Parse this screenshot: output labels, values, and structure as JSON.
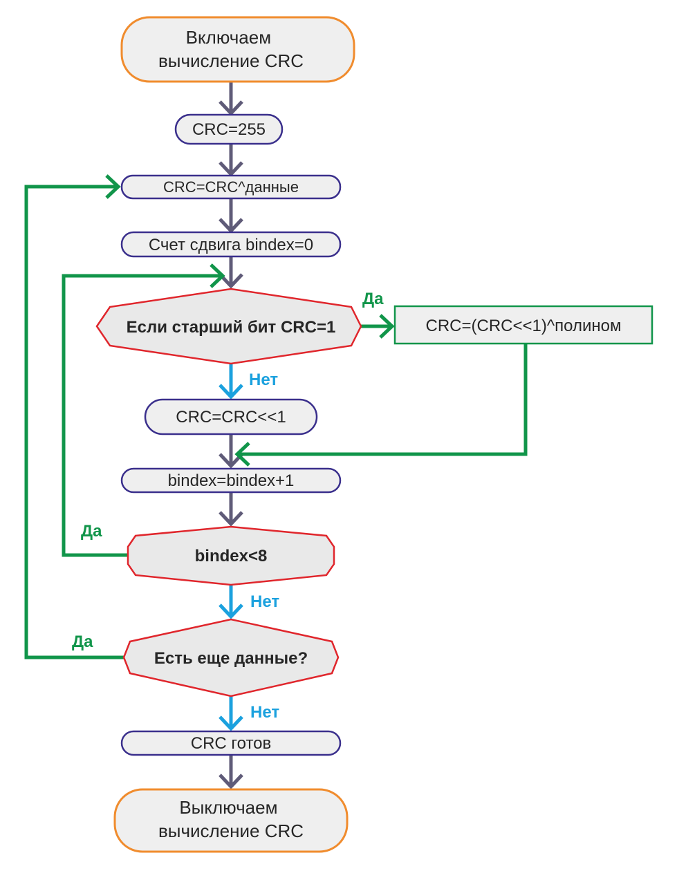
{
  "flowchart": {
    "start": "Включаем\nвычисление CRC",
    "init_crc": "CRC=255",
    "xor_data": "CRC=CRC^данные",
    "init_bindex": "Счет сдвига bindex=0",
    "check_msb": "Если старший бит CRC=1",
    "shift_xor_poly": "CRC=(CRC<<1)^полином",
    "shift_only": "CRC=CRC<<1",
    "increment_bindex": "bindex=bindex+1",
    "check_bindex": "bindex<8",
    "check_more_data": "Есть еще данные?",
    "crc_ready": "CRC готов",
    "end": "Выключаем\nвычисление CRC"
  },
  "branch_labels": {
    "yes_msb": "Да",
    "no_msb": "Нет",
    "yes_bindex": "Да",
    "no_bindex": "Нет",
    "yes_more_data": "Да",
    "no_more_data": "Нет"
  },
  "colors": {
    "terminal_fill": "#efefef",
    "terminal_stroke": "#f08c2e",
    "process_stroke": "#3a2f8c",
    "decision_stroke": "#e0262c",
    "process_alt_stroke": "#11954a",
    "flow_arrow": "#5f5b78",
    "yes_arrow": "#11954a",
    "no_arrow": "#1ba1de"
  }
}
